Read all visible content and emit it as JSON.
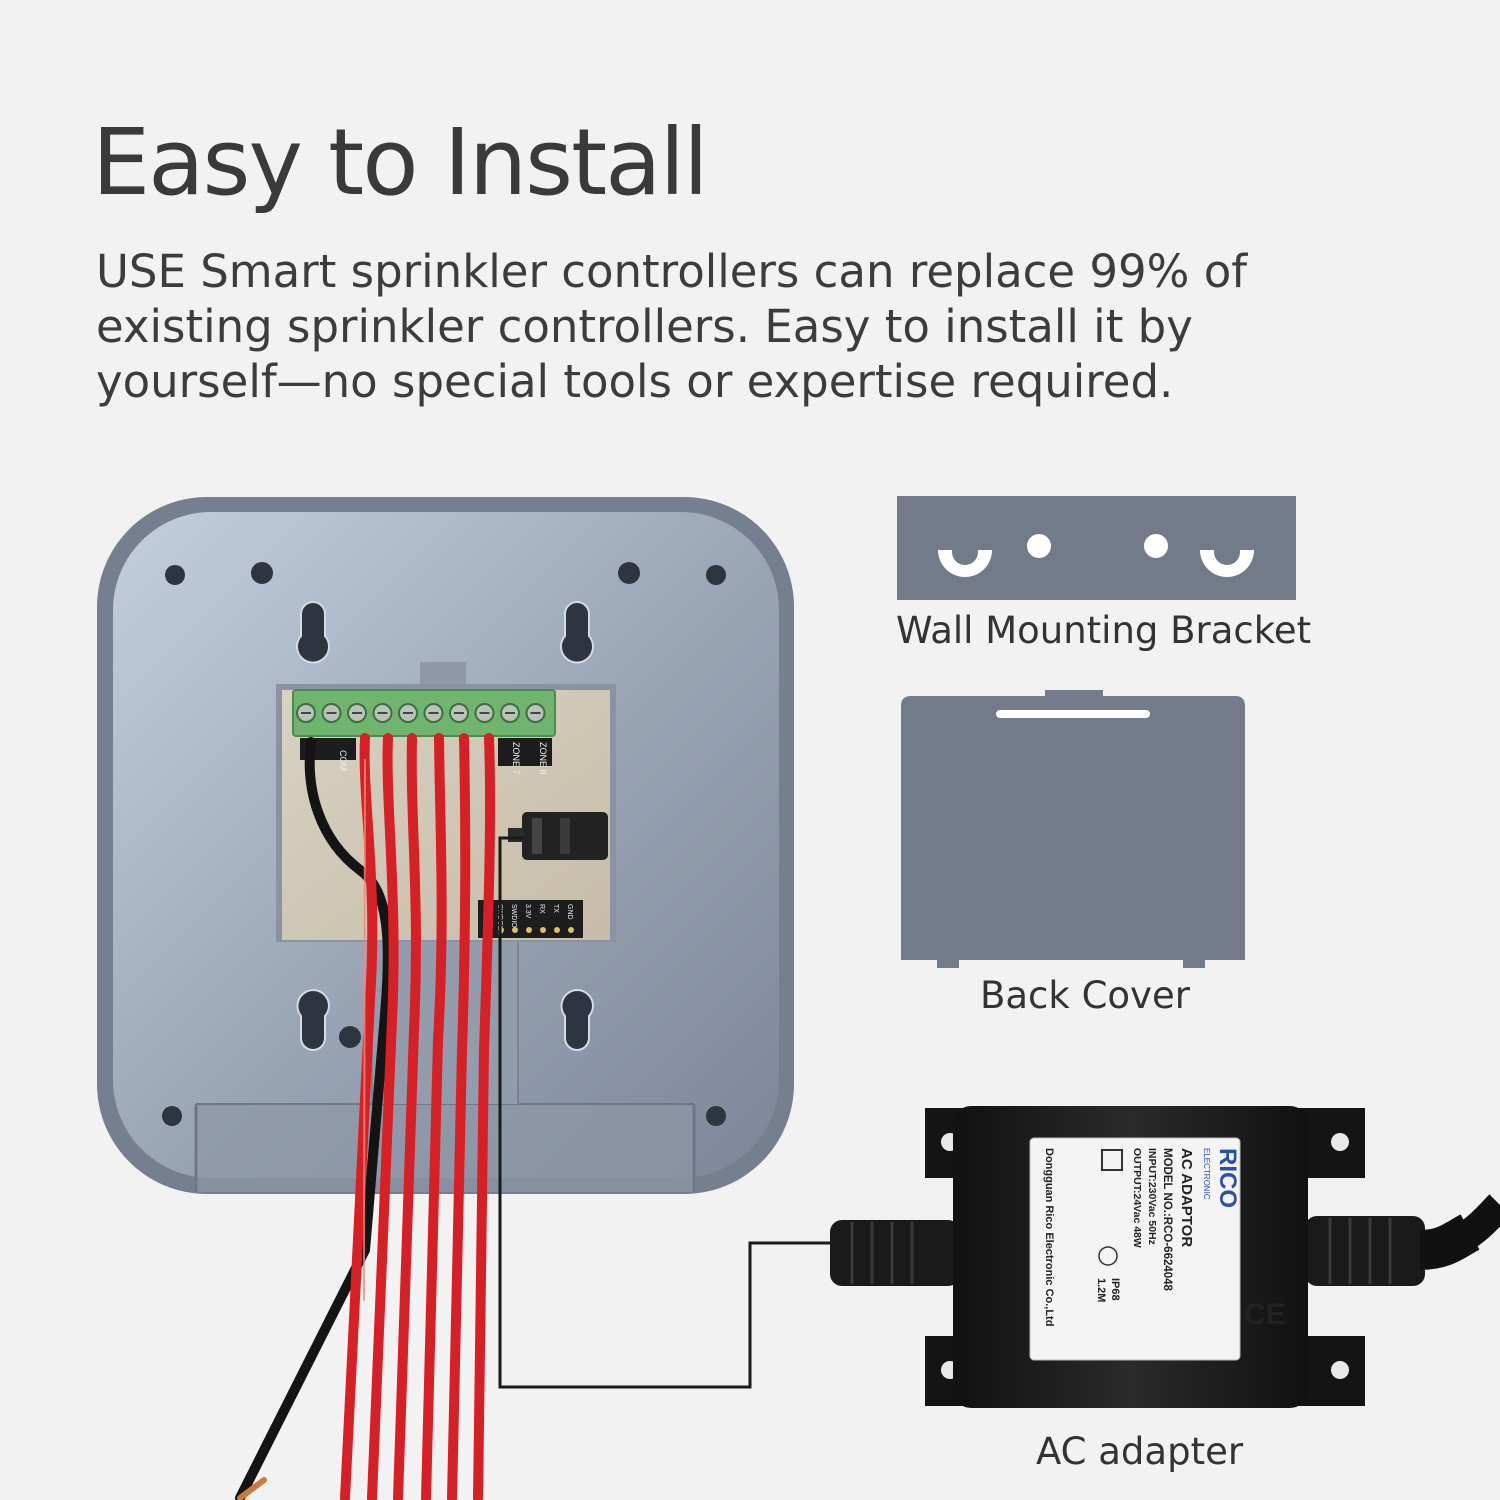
{
  "headline": "Easy to Install",
  "intro": "USE Smart sprinkler controllers can replace 99% of existing sprinkler controllers. Easy to install it by yourself—no special tools or expertise required.",
  "captions": {
    "bracket": "Wall Mounting Bracket",
    "cover": "Back Cover",
    "adapter": "AC  adapter"
  },
  "terminal_labels": {
    "com": "COM",
    "zone7": "ZONE 7",
    "zone8": "ZONE 8",
    "pins": [
      "GND",
      "SWDCLK",
      "SWDIO",
      "3.3V",
      "RX",
      "TX",
      "GND"
    ]
  },
  "adapter_label": {
    "brand": "RICO",
    "brand_sub": "ELECTRONIC",
    "title": "AC ADAPTOR",
    "model": "MODEL NO.:RCO-6624048",
    "input": "INPUT:230Vac 50Hz",
    "output": "OUTPUT:24Vac 48W",
    "ip": "IP68",
    "cable": "1.2M",
    "maker": "Dongguan Rico Electronic Co.,Ltd",
    "ce": "CE"
  },
  "colors": {
    "background": "#f2f2f2",
    "controller_body": "#7d8797",
    "controller_face": "#9aa5b6",
    "terminal_green": "#6fb56f",
    "wire_red": "#d71f26",
    "wire_black": "#1c1c1c",
    "bracket": "#737b8a",
    "adapter_body": "#1c1c1c"
  }
}
